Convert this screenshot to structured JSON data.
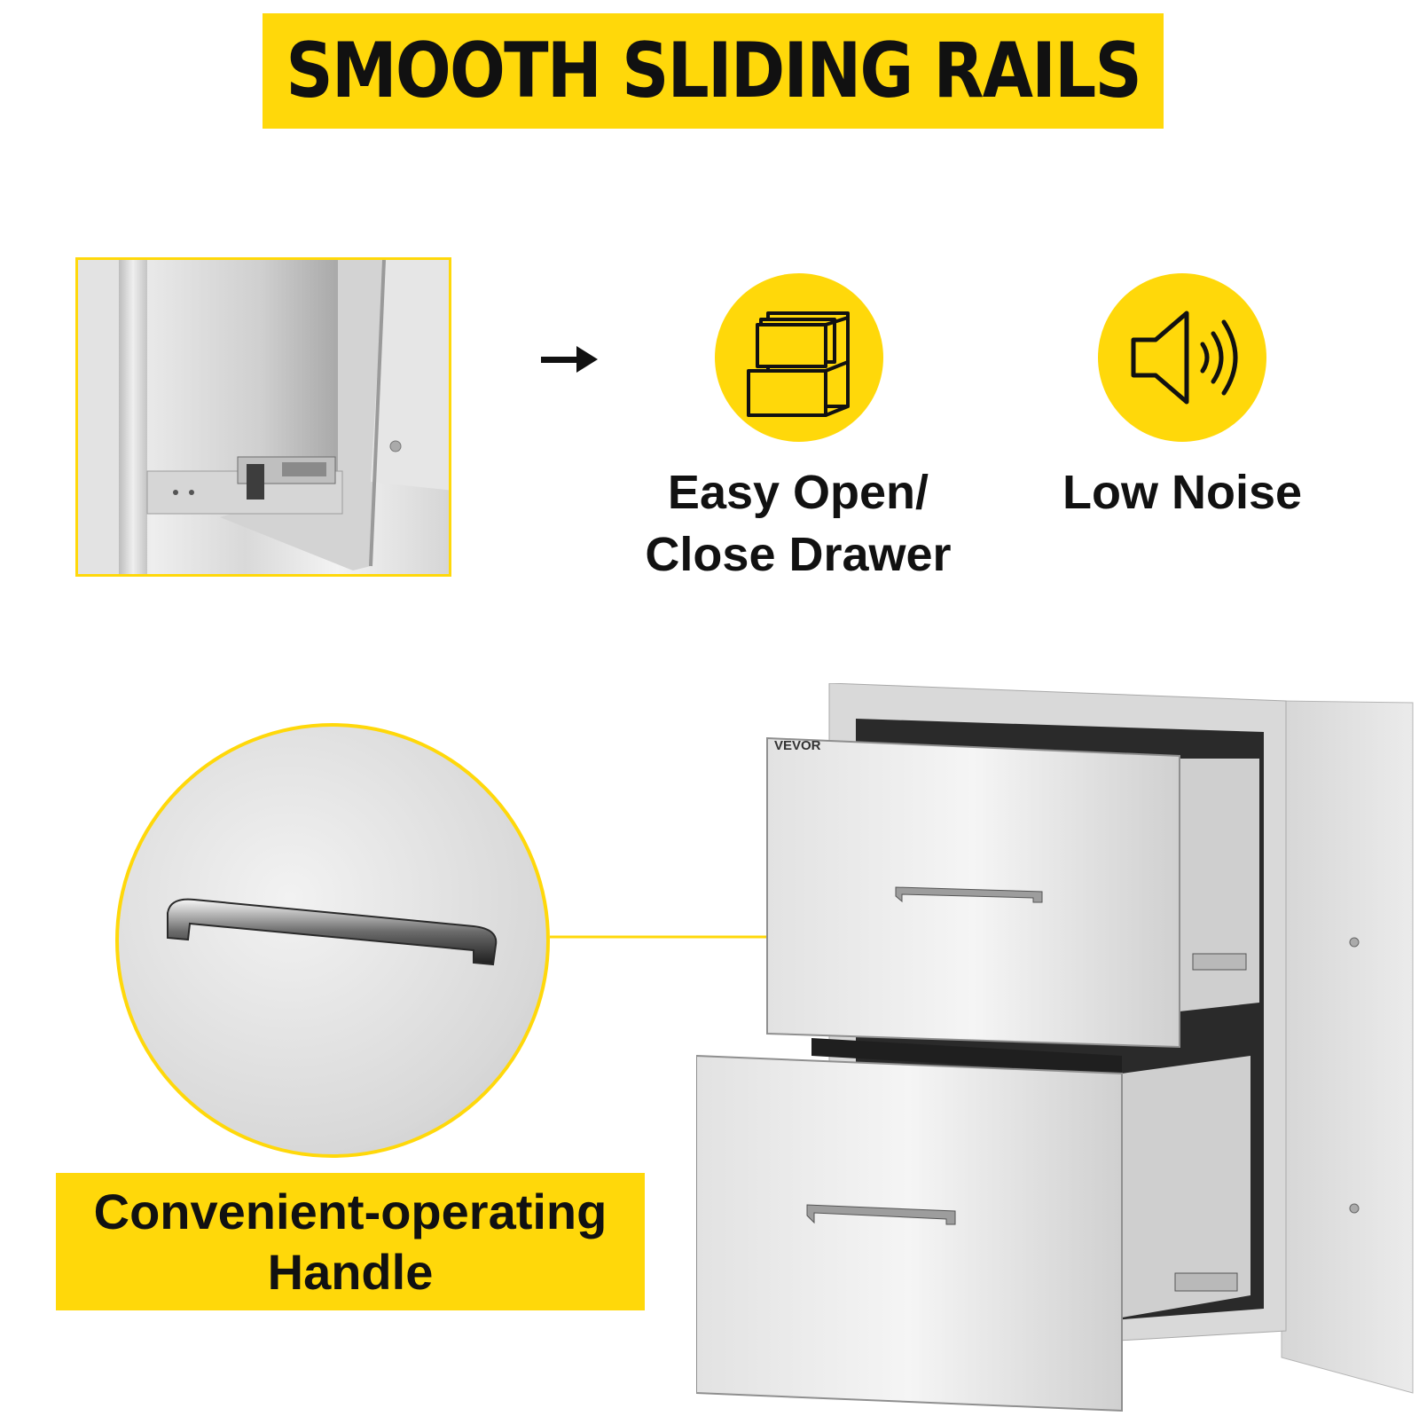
{
  "banner": {
    "title": "SMOOTH SLIDING RAILS"
  },
  "features": [
    {
      "icon": "drawer-icon",
      "lines": [
        "Easy Open/",
        "Close Drawer"
      ]
    },
    {
      "icon": "speaker-icon",
      "lines": [
        "Low Noise"
      ]
    }
  ],
  "handle_caption": {
    "lines": [
      "Convenient-operating",
      "Handle"
    ]
  },
  "product": {
    "brand": "VEVOR"
  },
  "colors": {
    "accent": "#ffd80a",
    "text": "#111111",
    "steel": "#d9d9d9"
  }
}
